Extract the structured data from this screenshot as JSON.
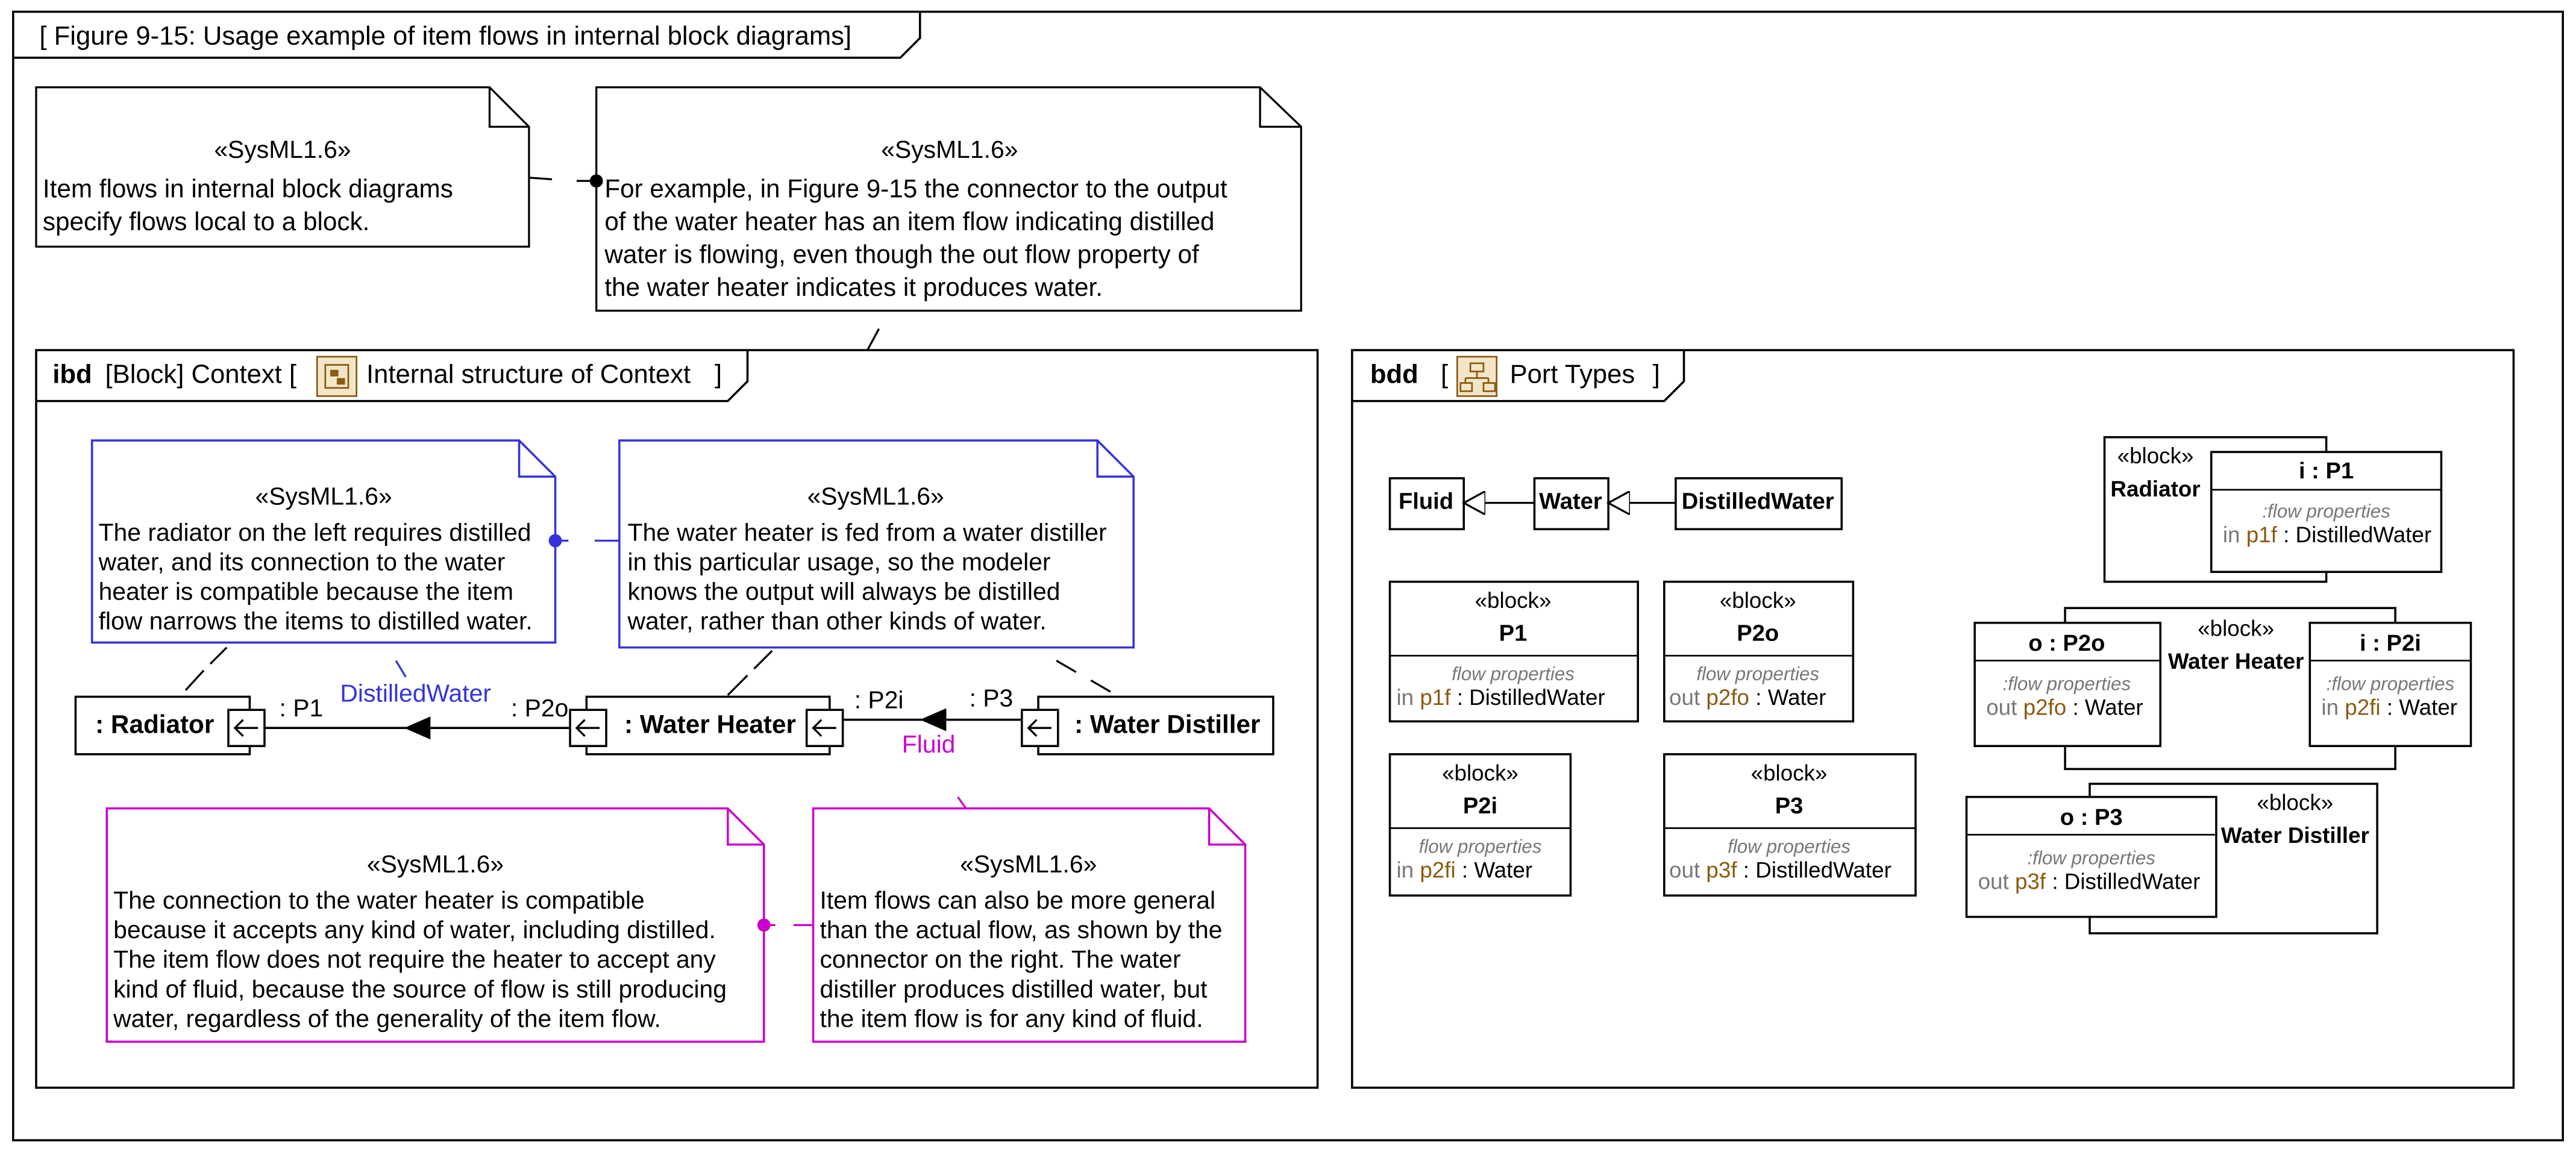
{
  "figure": {
    "title": "[ Figure 9-15: Usage example of item flows in internal block diagrams]"
  },
  "colors": {
    "ink": "#000000",
    "blue": "#3333dd",
    "magenta": "#cc00cc",
    "gray": "#777777",
    "accent": "#8a5a10"
  },
  "top_notes": [
    {
      "stereotype": "«SysML1.6»",
      "lines": [
        "Item flows in internal block diagrams",
        "specify flows local to a block."
      ]
    },
    {
      "stereotype": "«SysML1.6»",
      "lines": [
        "For example, in Figure 9-15 the connector to the output",
        "of the water heater has an item flow indicating distilled",
        "water is flowing, even though the out flow property of",
        "the water heater indicates it produces water."
      ]
    }
  ],
  "ibd": {
    "kind": "ibd",
    "header": "[Block] Context [",
    "header_name": "Internal structure of Context",
    "header_close": "]",
    "notes": [
      {
        "stereotype": "«SysML1.6»",
        "lines": [
          "The radiator on the left requires distilled",
          "water, and its connection to the water",
          "heater is compatible because the item",
          "flow narrows the items to distilled water."
        ]
      },
      {
        "stereotype": "«SysML1.6»",
        "lines": [
          "The water heater is fed from a water distiller",
          "in this particular usage, so the modeler",
          "knows the output will always be distilled",
          "water, rather than other kinds of water."
        ]
      },
      {
        "stereotype": "«SysML1.6»",
        "lines": [
          "The connection to the water heater is compatible",
          "because it accepts any kind of water, including distilled.",
          "The item flow does not require the heater to accept any",
          "kind of fluid, because the source of flow is still producing",
          "water, regardless of the generality of the item flow."
        ]
      },
      {
        "stereotype": "«SysML1.6»",
        "lines": [
          "Item flows can also be more general",
          "than the actual flow, as shown by the",
          "connector on the right. The water",
          "distiller produces distilled water, but",
          "the item flow is for any kind of fluid."
        ]
      }
    ],
    "parts": [
      ": Radiator",
      ": Water Heater",
      ": Water Distiller"
    ],
    "ports": [
      ": P1",
      ": P2o",
      ": P2i",
      ": P3"
    ],
    "item_flows": [
      "DistilledWater",
      "Fluid"
    ]
  },
  "bdd": {
    "kind": "bdd",
    "header": "[",
    "header_name": "Port Types",
    "header_close": "]",
    "types": [
      "Fluid",
      "Water",
      "DistilledWater"
    ],
    "blocks": [
      {
        "stereotype": "«block»",
        "name": "P1",
        "compartment": "flow properties",
        "dir": "in",
        "prop": "p1f",
        "type": ": DistilledWater"
      },
      {
        "stereotype": "«block»",
        "name": "P2o",
        "compartment": "flow properties",
        "dir": "out",
        "prop": "p2fo",
        "type": ": Water"
      },
      {
        "stereotype": "«block»",
        "name": "P2i",
        "compartment": "flow properties",
        "dir": "in",
        "prop": "p2fi",
        "type": ": Water"
      },
      {
        "stereotype": "«block»",
        "name": "P3",
        "compartment": "flow properties",
        "dir": "out",
        "prop": "p3f",
        "type": ": DistilledWater"
      }
    ],
    "owners": [
      {
        "stereotype": "«block»",
        "name": "Radiator",
        "port": {
          "name": "i : P1",
          "compartment": ":flow properties",
          "dir": "in",
          "prop": "p1f",
          "type": ": DistilledWater"
        }
      },
      {
        "stereotype": "«block»",
        "name": "Water Heater",
        "port_left": {
          "name": "o : P2o",
          "compartment": ":flow properties",
          "dir": "out",
          "prop": "p2fo",
          "type": ": Water"
        },
        "port_right": {
          "name": "i : P2i",
          "compartment": ":flow properties",
          "dir": "in",
          "prop": "p2fi",
          "type": ": Water"
        }
      },
      {
        "stereotype": "«block»",
        "name": "Water Distiller",
        "port": {
          "name": "o : P3",
          "compartment": ":flow properties",
          "dir": "out",
          "prop": "p3f",
          "type": ": DistilledWater"
        }
      }
    ]
  }
}
